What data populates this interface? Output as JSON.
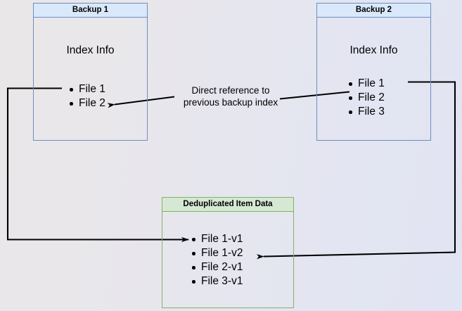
{
  "diagram": {
    "title_hidden": "Backup deduplication reference diagram",
    "background": {
      "left_color": "#eae7e9",
      "right_color": "#e1e4f3"
    },
    "colors": {
      "blue_border": "#6c8ebf",
      "blue_fill": "#dae8fc",
      "green_border": "#82b366",
      "green_fill": "#d5e8d4",
      "edge": "#000000"
    }
  },
  "backup1": {
    "header": "Backup 1",
    "index_title": "Index Info",
    "files": [
      "File 1",
      "File 2"
    ]
  },
  "backup2": {
    "header": "Backup 2",
    "index_title": "Index Info",
    "files": [
      "File 1",
      "File 2",
      "File 3"
    ]
  },
  "dedup": {
    "header": "Deduplicated Item Data",
    "files": [
      "File 1-v1",
      "File 1-v2",
      "File 2-v1",
      "File 3-v1"
    ]
  },
  "edges": {
    "reference_label": "Direct reference to\nprevious backup index"
  }
}
